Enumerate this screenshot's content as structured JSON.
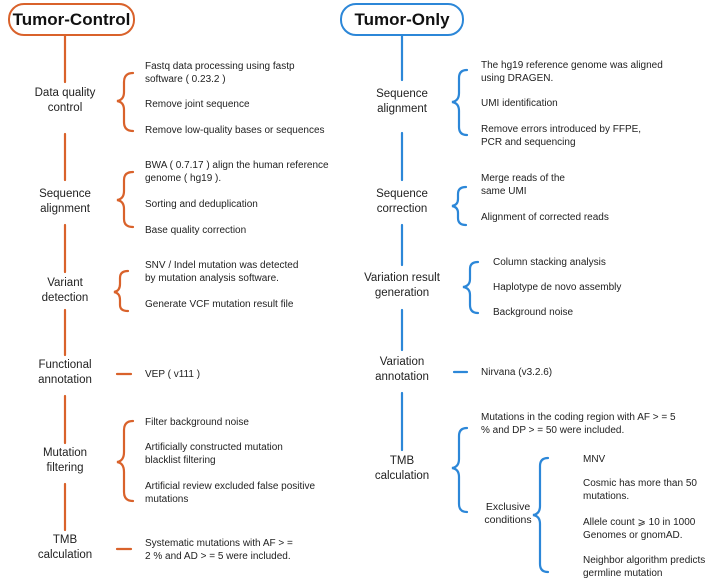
{
  "left": {
    "title": "Tumor-Control",
    "stages": {
      "dqc": {
        "label": "Data quality\ncontrol",
        "items": [
          "Fastq data processing using fastp\nsoftware ( 0.23.2 )",
          "Remove joint sequence",
          "Remove low-quality bases or sequences"
        ]
      },
      "sa": {
        "label": "Sequence\nalignment",
        "items": [
          "BWA ( 0.7.17 )  align the human reference\ngenome ( hg19 ).",
          "Sorting and deduplication",
          "Base quality correction"
        ]
      },
      "vd": {
        "label": "Variant\ndetection",
        "items": [
          "SNV / Indel mutation was detected\nby mutation analysis software.",
          "Generate VCF mutation result file"
        ]
      },
      "fa": {
        "label": "Functional\nannotation",
        "items": [
          "VEP ( v111 )"
        ]
      },
      "mf": {
        "label": "Mutation\nfiltering",
        "items": [
          "Filter background noise",
          "Artificially constructed mutation\nblacklist filtering",
          "Artificial review excluded false positive\nmutations"
        ]
      },
      "tmb": {
        "label": "TMB\ncalculation",
        "items": [
          "Systematic mutations with AF > =\n2 % and AD > = 5 were included."
        ]
      }
    }
  },
  "right": {
    "title": "Tumor-Only",
    "stages": {
      "sa": {
        "label": "Sequence\nalignment",
        "items": [
          "The hg19 reference genome was aligned\nusing DRAGEN.",
          "UMI identification",
          "Remove errors introduced by FFPE,\nPCR and sequencing"
        ]
      },
      "sc": {
        "label": "Sequence\ncorrection",
        "items": [
          "Merge reads of the\nsame UMI",
          "Alignment of corrected reads"
        ]
      },
      "vrg": {
        "label": "Variation result\ngeneration",
        "items": [
          "Column stacking analysis",
          "Haplotype de novo assembly",
          "Background noise"
        ]
      },
      "va": {
        "label": "Variation\nannotation",
        "items": [
          "Nirvana  (v3.2.6)"
        ]
      },
      "tmb": {
        "label": "TMB\ncalculation",
        "items": [
          "Mutations in the coding region with AF > = 5\n% and DP > = 50 were included."
        ],
        "exclusive": {
          "label": "Exclusive\nconditions",
          "items": [
            "MNV",
            "Cosmic has more than 50\nmutations.",
            "Allele count ⩾ 10 in 1000\nGenomes or gnomAD.",
            "Neighbor algorithm predicts\ngermline mutation"
          ]
        }
      }
    }
  },
  "colors": {
    "left_accent": "#d9622b",
    "right_accent": "#2c87d8"
  }
}
